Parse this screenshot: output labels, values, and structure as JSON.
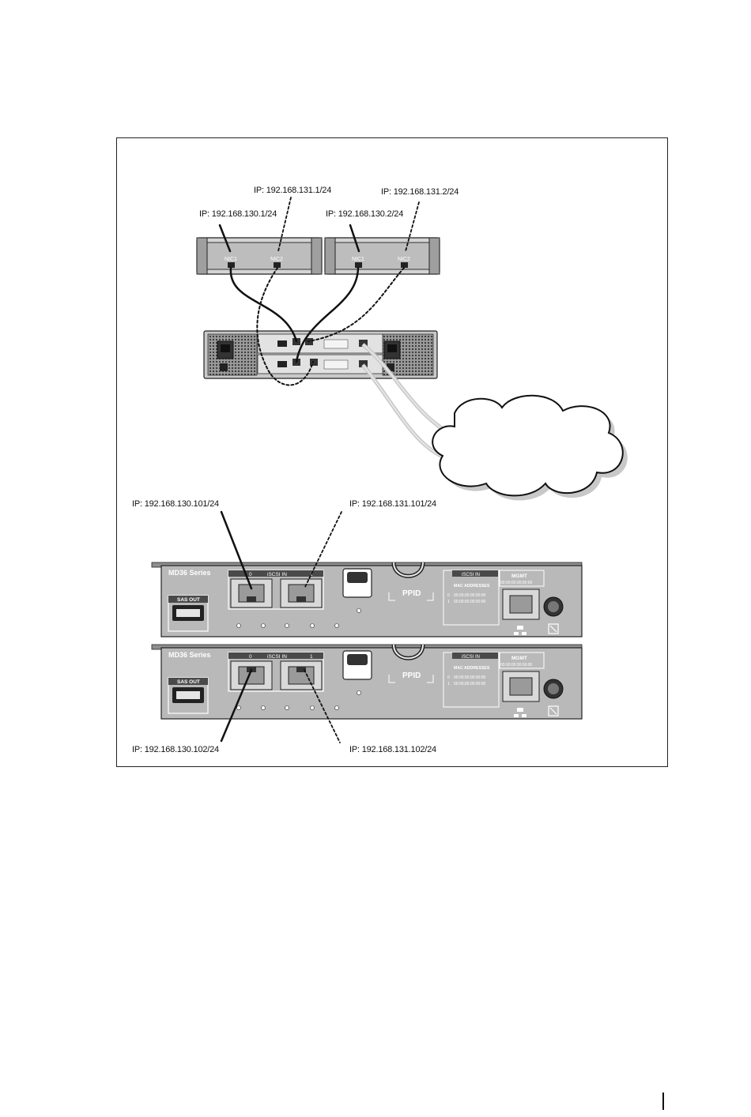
{
  "labels": {
    "host1_nic1_ip": "IP: 192.168.130.1/24",
    "host1_nic2_ip": "IP: 192.168.131.1/24",
    "host2_nic1_ip": "IP: 192.168.130.2/24",
    "host2_nic2_ip": "IP: 192.168.131.2/24",
    "ctrl0_port0_ip": "IP: 192.168.130.101/24",
    "ctrl0_port1_ip": "IP: 192.168.131.101/24",
    "ctrl1_port0_ip": "IP: 192.168.130.102/24",
    "ctrl1_port1_ip": "IP: 192.168.131.102/24"
  },
  "hosts": [
    {
      "nic1": "NIC1",
      "nic2": "NIC2"
    },
    {
      "nic1": "NIC1",
      "nic2": "NIC2"
    }
  ],
  "controllers": [
    {
      "series": "MD36 Series",
      "iscsi_in": "iSCSI IN",
      "port0": "0",
      "port1": "1",
      "sas_out": "SAS OUT",
      "ppid": "PPID",
      "mac_header": "iSCSI IN",
      "mac_title": "MAC ADDRESSES",
      "mac0_index": "0",
      "mac0": "00:00:00:00:00:00",
      "mac1_index": "1",
      "mac1": "00:00:00:00:00:00",
      "mgmt": "MGMT",
      "mgmt_mac": "00:00:00:00:00:00"
    },
    {
      "series": "MD36 Series",
      "iscsi_in": "iSCSI IN",
      "port0": "0",
      "port1": "1",
      "sas_out": "SAS OUT",
      "ppid": "PPID",
      "mac_header": "iSCSI IN",
      "mac_title": "MAC ADDRESSES",
      "mac0_index": "0",
      "mac0": "00:00:00:00:00:00",
      "mac1_index": "1",
      "mac1": "00:00:00:00:00:00",
      "mgmt": "MGMT",
      "mgmt_mac": "00:00:00:00:00:00"
    }
  ],
  "colors": {
    "frame": "#222222",
    "device_fill": "#b9b9b9",
    "device_dark": "#4a4a4a",
    "cable": "#111111",
    "cloud_shadow": "#c8c8c8"
  }
}
